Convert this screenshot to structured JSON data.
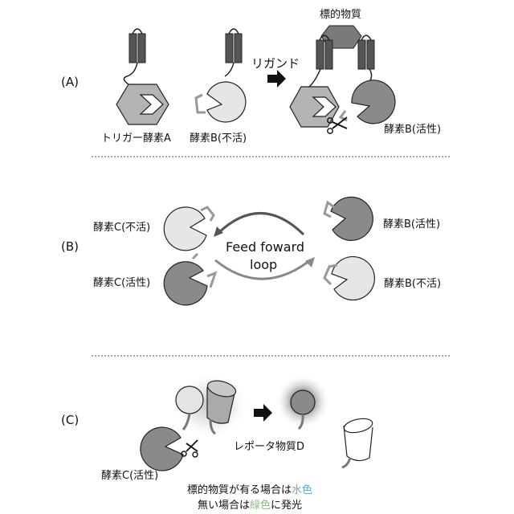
{
  "panels": {
    "a": {
      "tag": "(A)",
      "trigger_label": "トリガー酵素A",
      "enzyme_b_inactive_label": "酵素B(不活)",
      "ligand_label": "リガンド",
      "target_label": "標的物質",
      "enzyme_b_active_label": "酵素B(活性)"
    },
    "b": {
      "tag": "(B)",
      "enzyme_c_inactive_label": "酵素C(不活)",
      "enzyme_c_active_label": "酵素C(活性)",
      "enzyme_b_active_label": "酵素B(活性)",
      "enzyme_b_inactive_label": "酵素B(不活)",
      "loop_line1": "Feed foward",
      "loop_line2": "loop"
    },
    "c": {
      "tag": "(C)",
      "reporter_label": "レポータ物質D",
      "enzyme_c_active_label": "酵素C(活性)",
      "caption_line1_a": "標的物質が有る場合は",
      "caption_line1_b": "水色",
      "caption_line2_a": "無い場合は",
      "caption_line2_b": "緑色",
      "caption_line2_c": "に発光"
    }
  },
  "colors": {
    "enzyme_inactive": "#e6e6e6",
    "enzyme_active": "#8a8a8a",
    "trigger": "#b4b4b4",
    "receptor": "#555555",
    "target": "#7a7a7a",
    "caption_blue": "#59a6dd",
    "caption_green": "#8fb98b"
  }
}
